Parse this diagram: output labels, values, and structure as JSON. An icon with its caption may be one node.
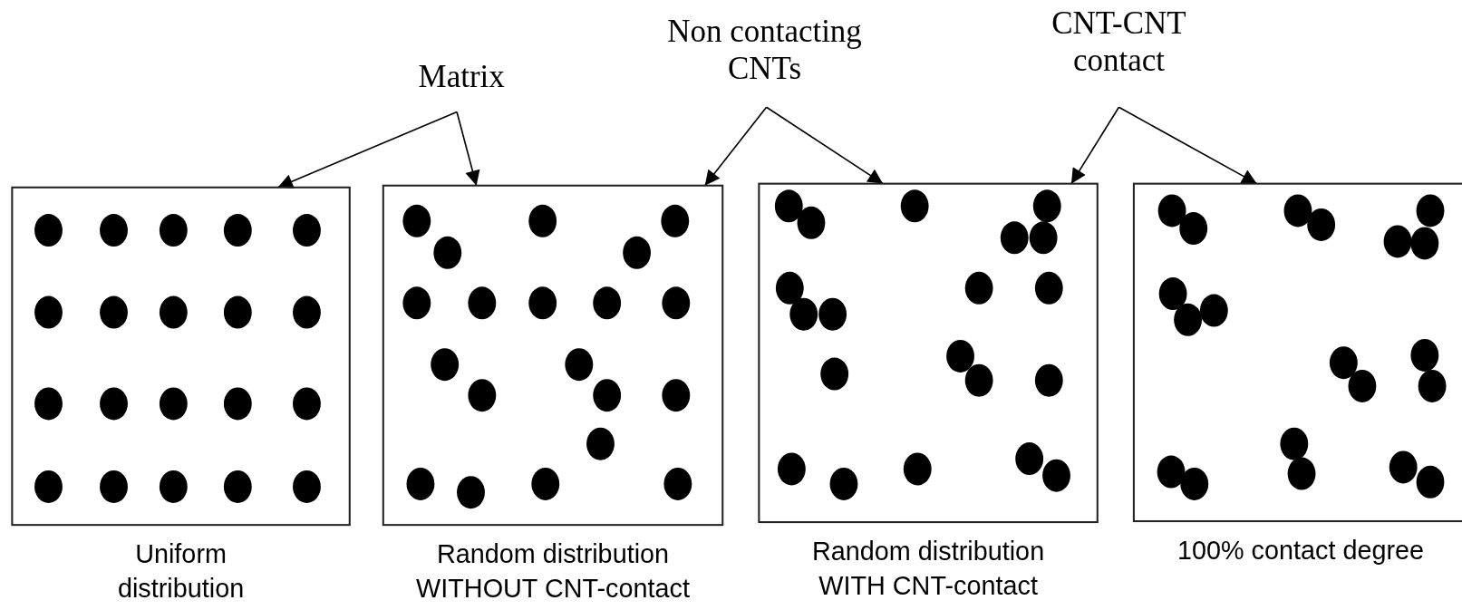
{
  "diagram": {
    "nodes": [
      {
        "text": [
          "Matrix"
        ]
      },
      {
        "text": [
          "Non contacting CNTs"
        ]
      },
      {
        "text": [
          "CNT-CNT contact"
        ]
      },
      {
        "text": [],
        "shape": "box",
        "beside": [
          "Uniform distribution"
        ]
      },
      {
        "text": [],
        "shape": "box",
        "beside": [
          "Random distribution WITHOUT CNT-contact"
        ]
      },
      {
        "text": [],
        "shape": "box",
        "beside": [
          "Random distribution WITH CNT-contact"
        ]
      },
      {
        "text": [],
        "shape": "box",
        "beside": [
          "100% contact degree"
        ]
      }
    ],
    "edges": [
      {
        "from": 0,
        "to": 3,
        "arrow": "to"
      },
      {
        "from": 0,
        "to": 4,
        "arrow": "to"
      },
      {
        "from": 1,
        "to": 4,
        "arrow": "to"
      },
      {
        "from": 1,
        "to": 5,
        "arrow": "to"
      },
      {
        "from": 2,
        "to": 5,
        "arrow": "to"
      },
      {
        "from": 2,
        "to": 6,
        "arrow": "to"
      }
    ]
  }
}
